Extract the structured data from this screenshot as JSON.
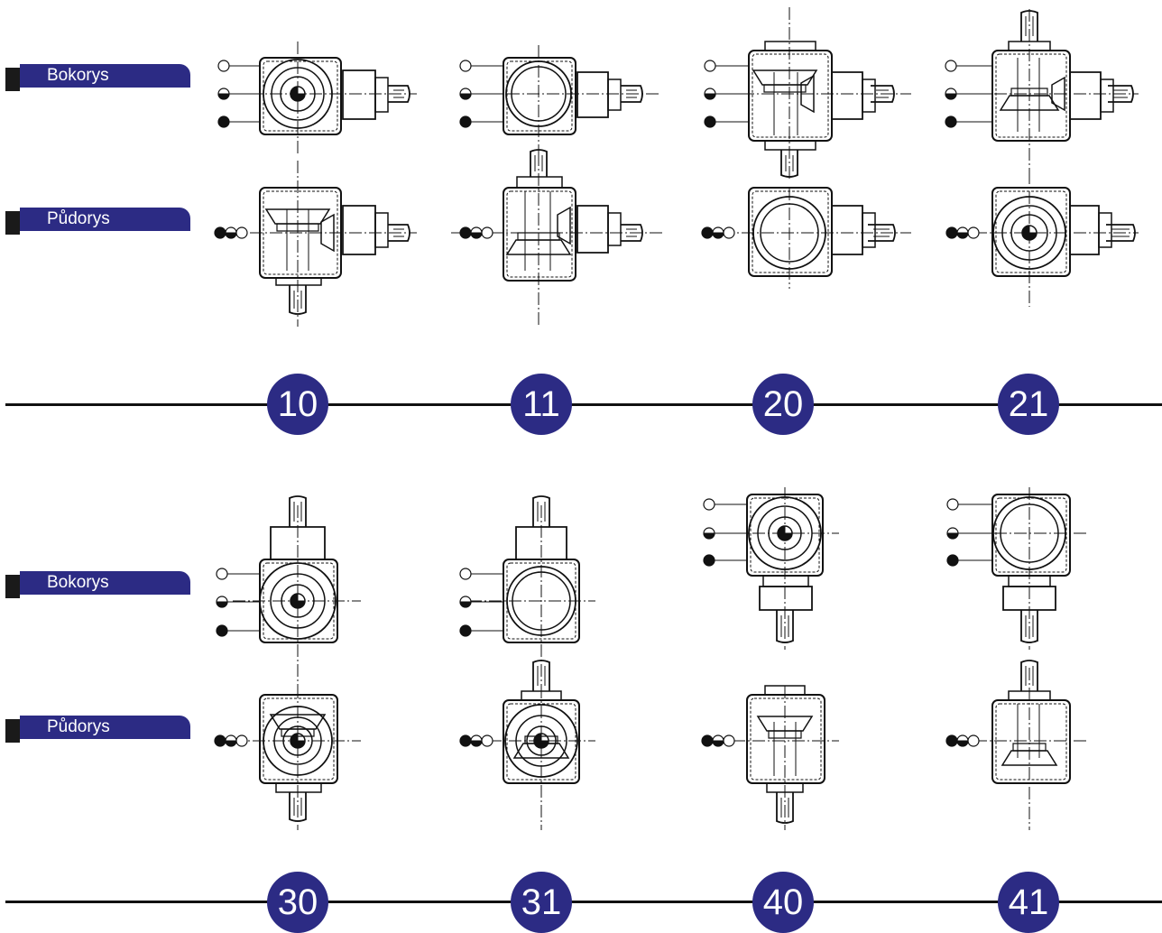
{
  "labels": {
    "side_view": "Bokorys",
    "top_view": "Půdorys"
  },
  "variants": [
    {
      "number": "10"
    },
    {
      "number": "11"
    },
    {
      "number": "20"
    },
    {
      "number": "21"
    },
    {
      "number": "30"
    },
    {
      "number": "31"
    },
    {
      "number": "40"
    },
    {
      "number": "41"
    }
  ],
  "colors": {
    "accent": "#2c2b84",
    "line": "#111111",
    "background": "#ffffff"
  }
}
